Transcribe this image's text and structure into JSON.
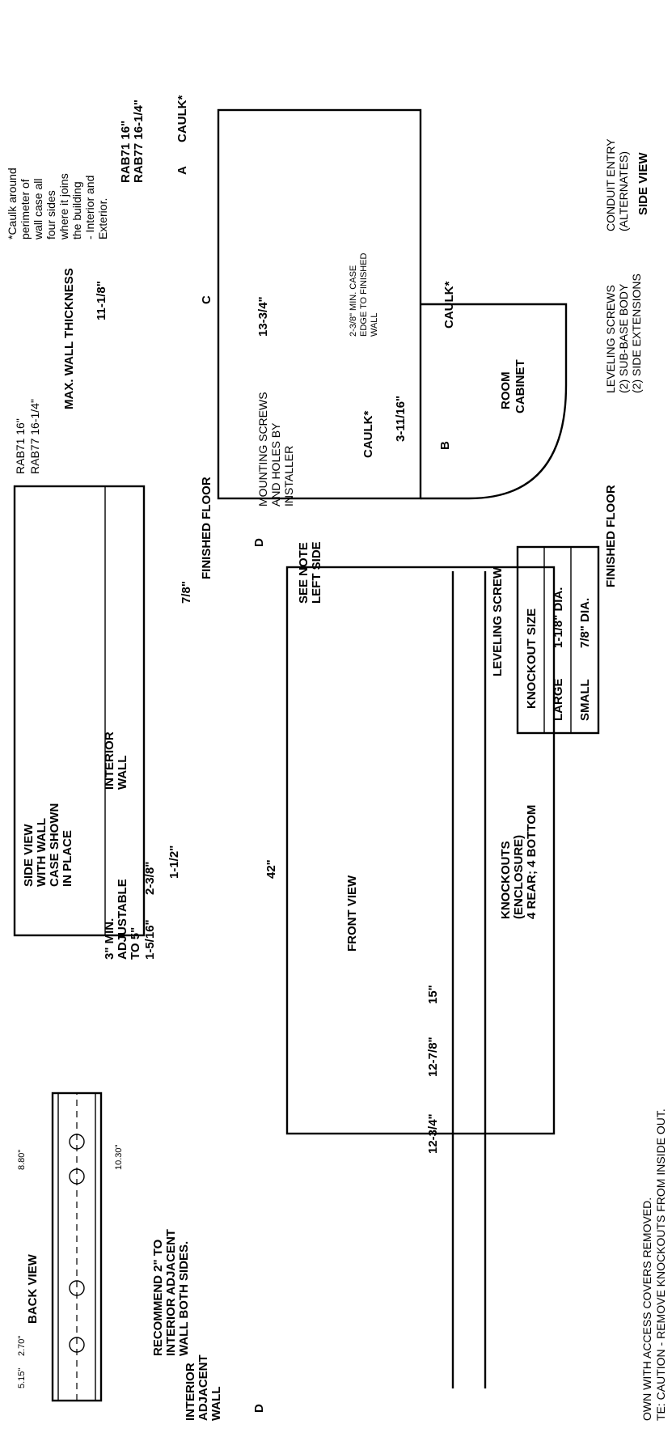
{
  "back_view": {
    "title": "BACK VIEW",
    "dim_left": "5.15\"",
    "dim_left2": "2.70\"",
    "dim_right": "8.80\"",
    "dim_right2": "10.30\""
  },
  "side_case": {
    "title_l1": "SIDE VIEW",
    "title_l2": "WITH WALL",
    "title_l3": "CASE SHOWN",
    "title_l4": "IN PLACE",
    "interior_l1": "INTERIOR",
    "interior_l2": "WALL",
    "rab71": "RAB71   16\"",
    "rab77": "RAB77   16-1/4\"",
    "finished_floor": "FINISHED FLOOR",
    "dim_78": "7/8\"",
    "dim_112": "1-1/2\"",
    "dim_1516": "1-5/16\"",
    "dim_238": "2-3/8\"",
    "min_l1": "3\" MIN.",
    "min_l2": "ADJUSTABLE",
    "min_l3": "TO 5\""
  },
  "side_view": {
    "title": "SIDE VIEW",
    "caulk_note_l1": "*Caulk around",
    "caulk_note_l2": "perimeter of",
    "caulk_note_l3": "wall case all",
    "caulk_note_l4": "four sides",
    "caulk_note_l5": "where it joins",
    "caulk_note_l6": "the building",
    "caulk_note_l7": "- Interior and",
    "caulk_note_l8": "Exterior.",
    "rab71": "RAB71   16\"",
    "rab77": "RAB77   16-1/4\"",
    "caulk": "CAULK*",
    "max_wall": "MAX. WALL THICKNESS",
    "dim_1118": "11-1/8\"",
    "label_a": "A",
    "label_b": "B",
    "label_c": "C",
    "dim_1334": "13-3/4\"",
    "min_case_l1": "2-3/8\" MIN. CASE",
    "min_case_l2": "EDGE TO FINISHED",
    "min_case_l3": "WALL",
    "room_l1": "ROOM",
    "room_l2": "CABINET",
    "dim_31116": "3-11/16\"",
    "mounting_l1": "MOUNTING SCREWS",
    "mounting_l2": "AND HOLES BY",
    "mounting_l3": "INSTALLER",
    "conduit_l1": "CONDUIT ENTRY",
    "conduit_l2": "(ALTERNATES)",
    "leveling_l1": "LEVELING SCREWS",
    "leveling_l2": "(2) SUB-BASE BODY",
    "leveling_l3": "(2) SIDE EXTENSIONS",
    "finished_floor": "FINISHED FLOOR"
  },
  "front_view": {
    "title": "FRONT VIEW",
    "dim_42": "42\"",
    "dim_1234": "12-3/4\"",
    "dim_1278": "12-7/8\"",
    "dim_15": "15\"",
    "label_d": "D",
    "see_note_l1": "SEE NOTE",
    "see_note_l2": "LEFT SIDE",
    "leveling_screw": "LEVELING SCREW",
    "recommend_l1": "RECOMMEND 2\" TO",
    "recommend_l2": "INTERIOR ADJACENT",
    "recommend_l3": "WALL BOTH SIDES.",
    "interior_l1": "INTERIOR",
    "interior_l2": "ADJACENT",
    "interior_l3": "WALL",
    "knockouts_l1": "KNOCKOUTS",
    "knockouts_l2": "(ENCLOSURE)",
    "knockouts_l3": "4 REAR; 4 BOTTOM"
  },
  "knockout_table": {
    "header": "KNOCKOUT SIZE",
    "rows": [
      {
        "name": "LARGE",
        "size": "1-1/8\" DIA."
      },
      {
        "name": "SMALL",
        "size": "7/8\" DIA."
      }
    ]
  },
  "notes": {
    "line1": "OWN WITH ACCESS COVERS REMOVED.",
    "line2": "TE: CAUTION - REMOVE KNOCKOUTS FROM INSIDE OUT."
  }
}
